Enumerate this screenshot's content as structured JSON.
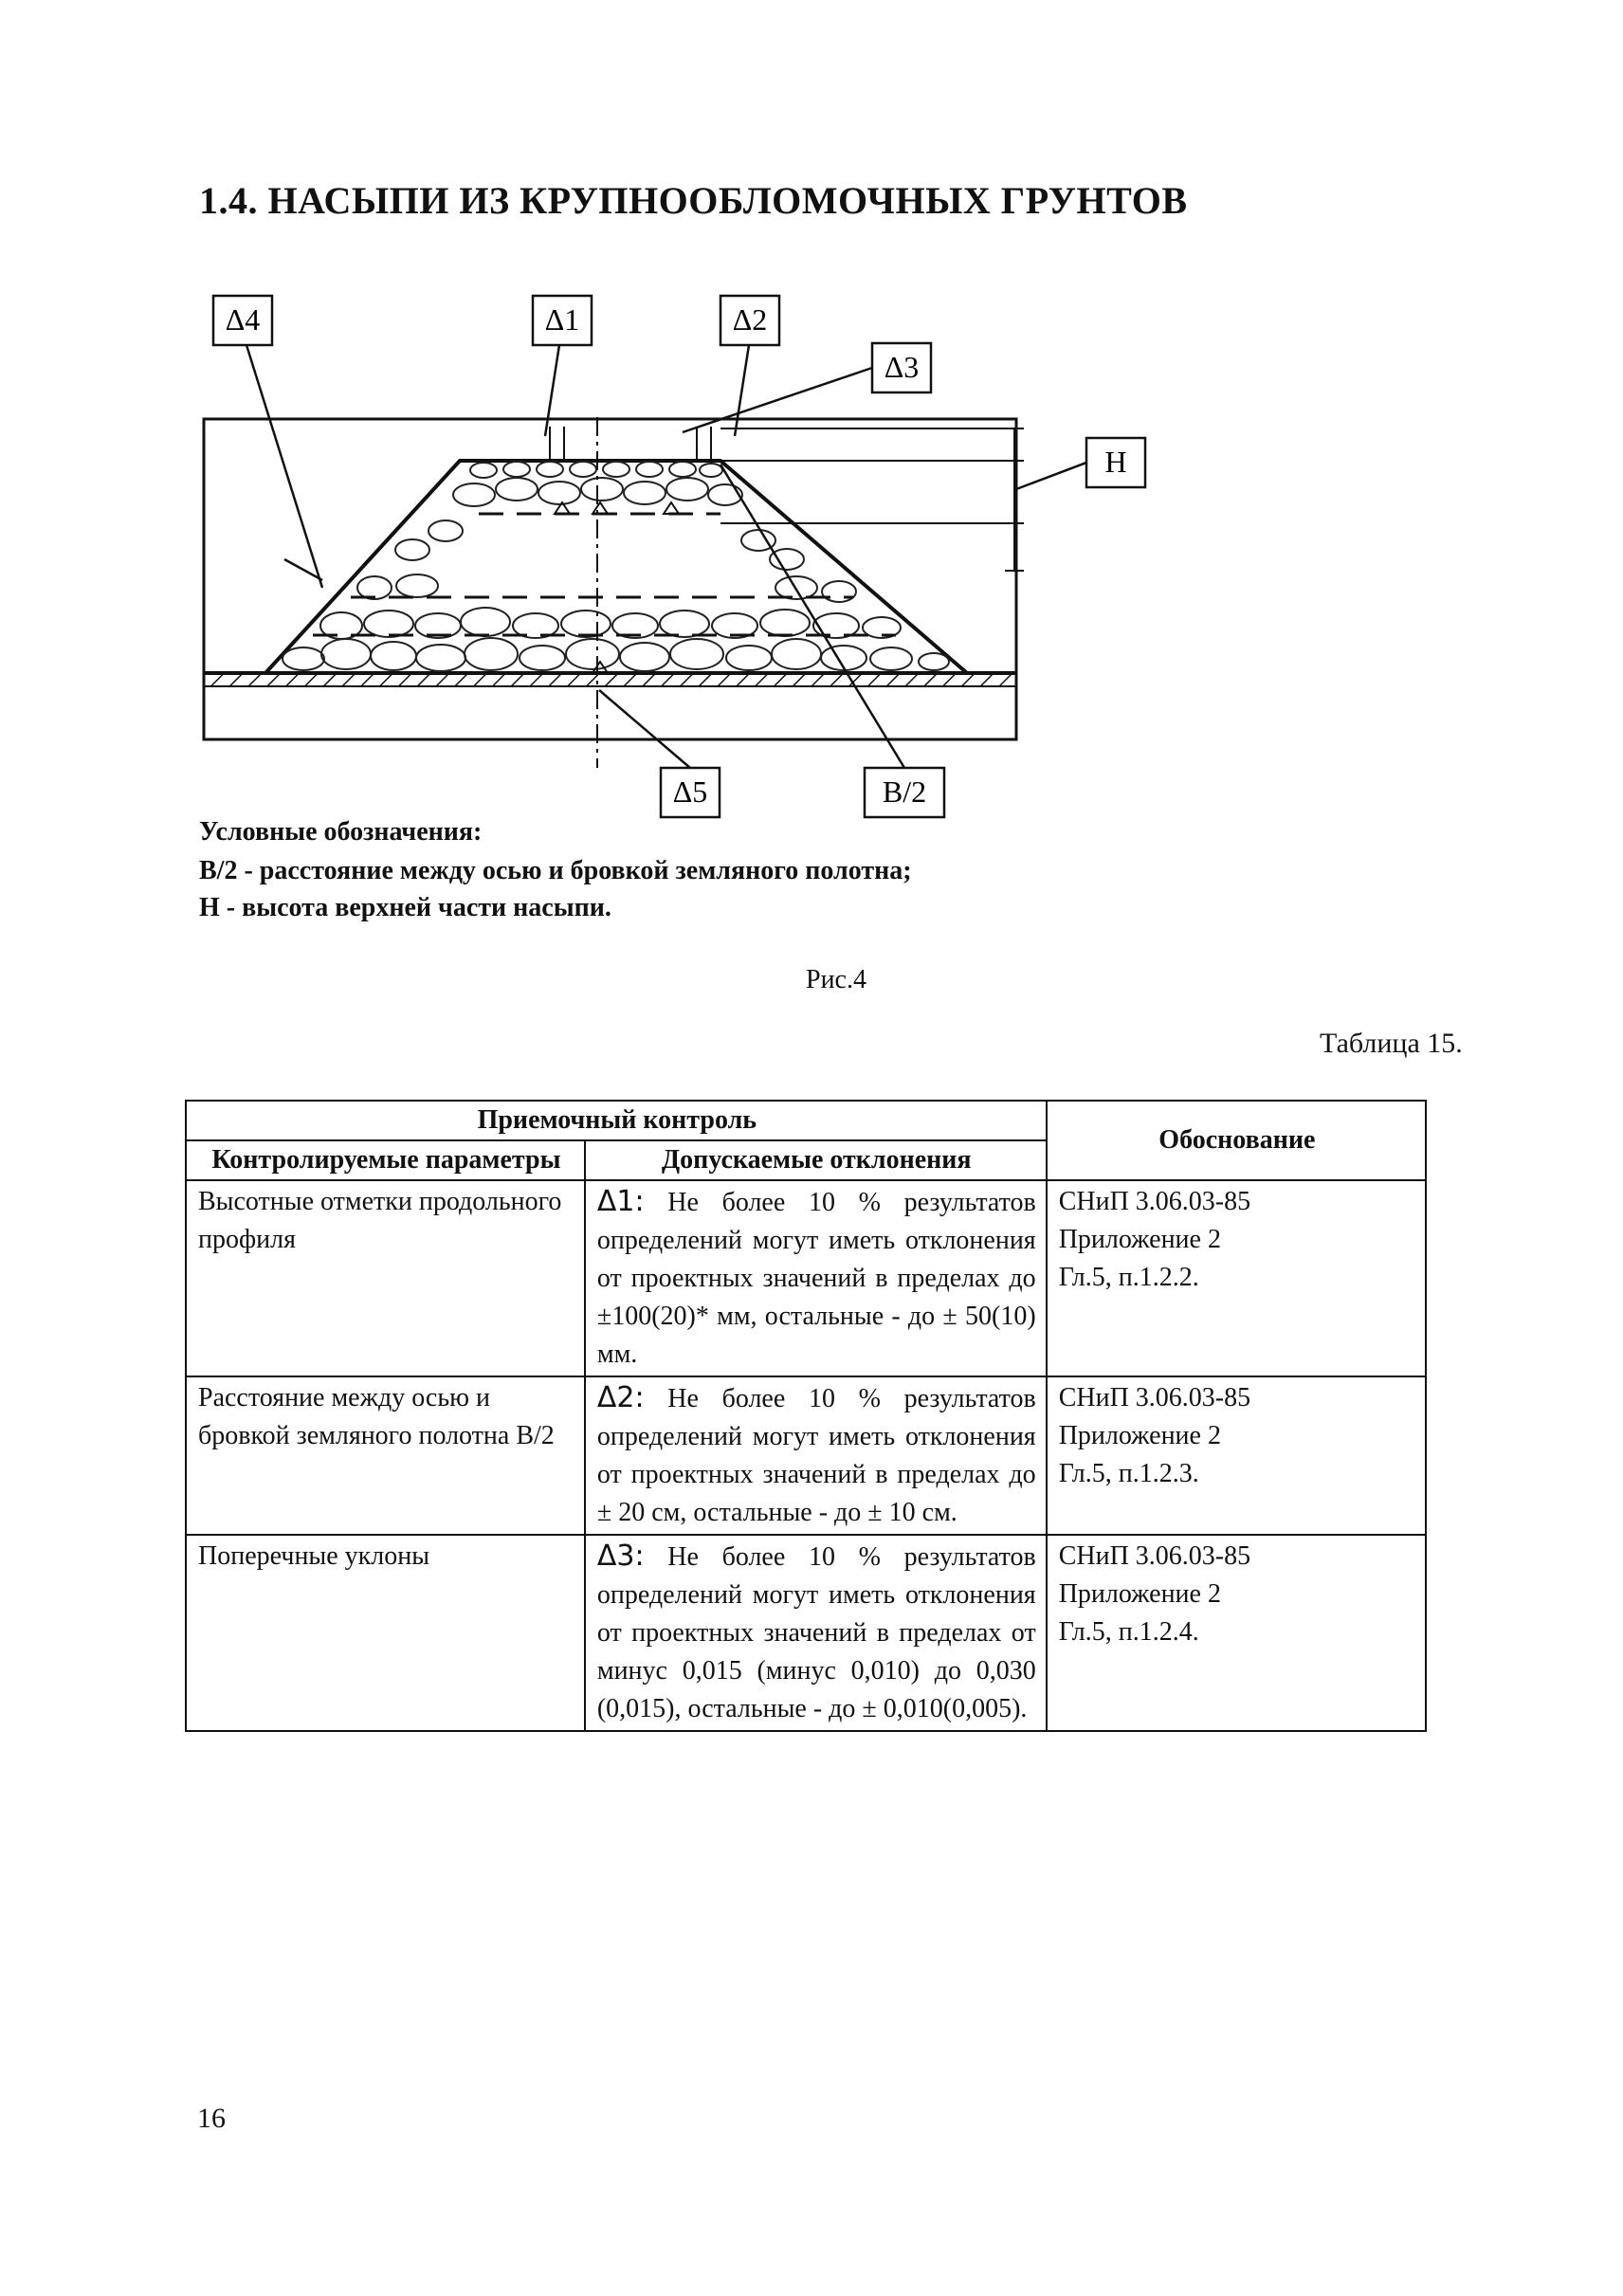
{
  "section_title": "1.4. НАСЫПИ ИЗ КРУПНООБЛОМОЧНЫХ ГРУНТОВ",
  "figure": {
    "labels": {
      "d4": "Δ4",
      "d1": "Δ1",
      "d2": "Δ2",
      "d3": "Δ3",
      "h": "H",
      "d5": "Δ5",
      "b2": "B/2"
    }
  },
  "legend": {
    "heading": "Условные обозначения:",
    "line1": "B/2 - расстояние между осью и бровкой земляного полотна;",
    "line2": "H - высота верхней части насыпи."
  },
  "figure_caption": "Рис.4",
  "table_number": "Таблица 15.",
  "table": {
    "group_header": "Приемочный контроль",
    "col1_header": "Контролируемые параметры",
    "col2_header": "Допускаемые отклонения",
    "col3_header": "Обоснование",
    "rows": [
      {
        "parameter": "Высотные отметки продольного профиля",
        "symbol": "Δ1:",
        "deviation": " Не более 10 % результатов определений могут иметь отклонения от проектных значений в пределах до ±100(20)* мм, остальные - до ± 50(10) мм.",
        "basis": [
          "СНиП 3.06.03-85",
          "Приложение 2",
          "Гл.5, п.1.2.2."
        ]
      },
      {
        "parameter": "Расстояние между осью и бровкой земляного полотна B/2",
        "symbol": "Δ2:",
        "deviation": " Не более 10 % результатов определений могут иметь отклонения от проектных значений в пределах до ± 20 см, остальные - до ± 10 см.",
        "basis": [
          "СНиП 3.06.03-85",
          "Приложение 2",
          "Гл.5, п.1.2.3."
        ]
      },
      {
        "parameter": "Поперечные уклоны",
        "symbol": "Δ3:",
        "deviation": " Не более 10 % результатов определений могут иметь отклонения от проектных значений в пределах от минус 0,015 (минус 0,010) до 0,030 (0,015), остальные - до ± 0,010(0,005).",
        "basis": [
          "СНиП 3.06.03-85",
          "Приложение 2",
          "Гл.5, п.1.2.4."
        ]
      }
    ]
  },
  "page_number": "16"
}
